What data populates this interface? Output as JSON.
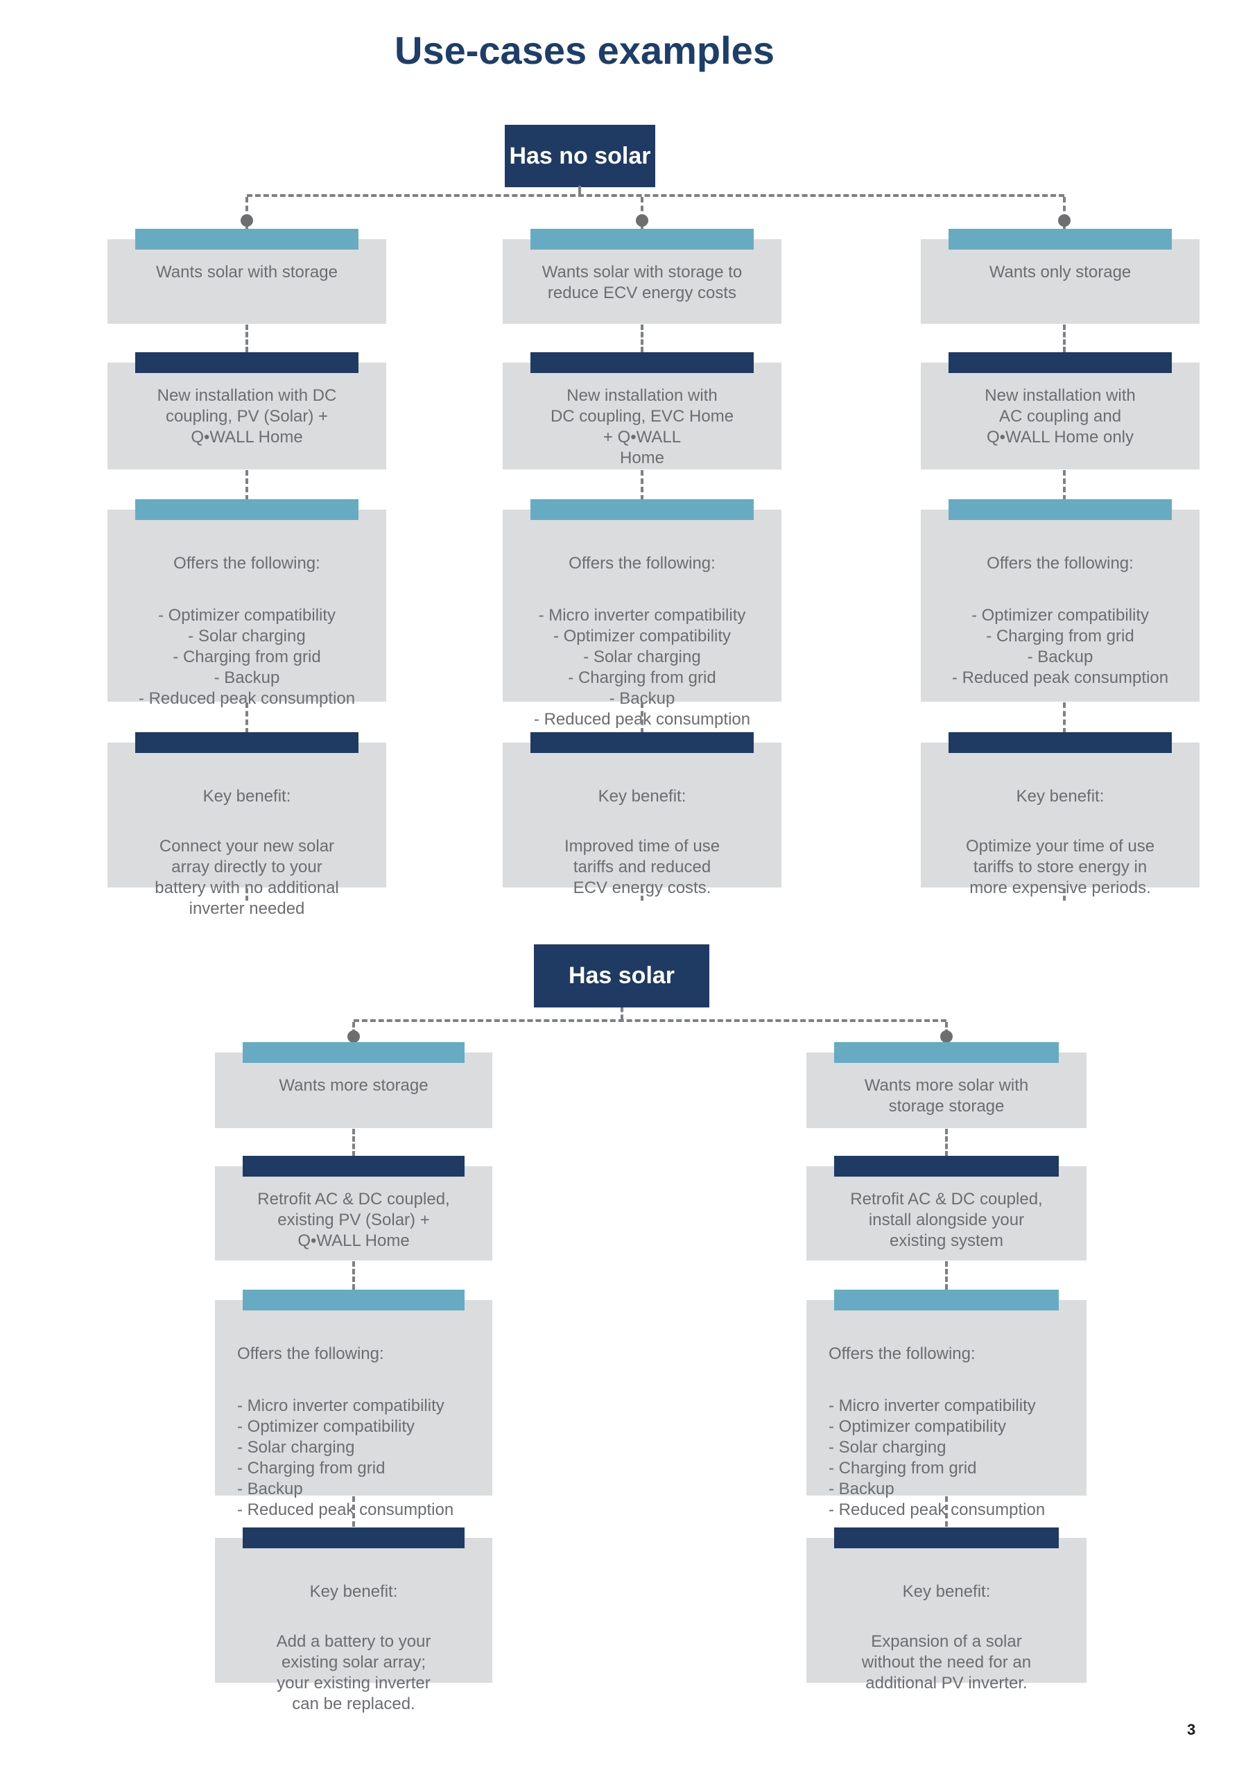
{
  "page": {
    "title": "Use-cases examples",
    "page_number": "3"
  },
  "labels": {
    "offers_heading": "Offers the following:",
    "key_heading": "Key benefit:"
  },
  "colors": {
    "navy": "#1F3A63",
    "title_navy": "#1D3E6B",
    "light_blue": "#67ABC2",
    "box_gray": "#DBDCDE",
    "text_gray": "#6B6D70",
    "line_gray": "#7E8083",
    "dot_gray": "#6D6E70",
    "page_num": "#1A1A1A"
  },
  "sections": {
    "no_solar": {
      "header": "Has no solar",
      "columns": [
        {
          "want": "Wants solar with storage",
          "installation": "New installation with DC\ncoupling, PV (Solar) +\nQ•WALL Home",
          "offers": [
            "- Optimizer compatibility",
            "- Solar charging",
            "- Charging from grid",
            "- Backup",
            "- Reduced peak consumption"
          ],
          "benefit": "Connect your new solar\narray directly to your\nbattery with no additional\ninverter needed"
        },
        {
          "want": "Wants solar with storage to\nreduce ECV energy costs",
          "installation": "New installation with\nDC coupling, EVC Home\n+ Q•WALL\nHome",
          "offers": [
            "- Micro inverter compatibility",
            "- Optimizer compatibility",
            "- Solar charging",
            "- Charging from grid",
            "- Backup",
            "- Reduced peak consumption"
          ],
          "benefit": "Improved time of use\ntariffs and reduced\nECV energy costs."
        },
        {
          "want": "Wants only storage",
          "installation": "New installation with\nAC coupling and\nQ•WALL Home only",
          "offers": [
            "- Optimizer compatibility",
            "- Charging from grid",
            "- Backup",
            "- Reduced peak consumption"
          ],
          "benefit": "Optimize your time of use\ntariffs to store energy in\nmore expensive periods."
        }
      ]
    },
    "solar": {
      "header": "Has solar",
      "columns": [
        {
          "want": "Wants more storage",
          "installation": "Retrofit AC & DC coupled,\nexisting PV (Solar) +\nQ•WALL Home",
          "offers": [
            "- Micro inverter compatibility",
            "- Optimizer compatibility",
            "- Solar charging",
            "- Charging from grid",
            "- Backup",
            "- Reduced peak consumption"
          ],
          "benefit": "Add a battery to your\nexisting solar array;\nyour existing inverter\ncan be replaced."
        },
        {
          "want": "Wants more solar with\nstorage storage",
          "installation": "Retrofit AC & DC coupled,\ninstall alongside your\nexisting system",
          "offers": [
            "- Micro inverter compatibility",
            "- Optimizer compatibility",
            "- Solar charging",
            "- Charging from grid",
            "- Backup",
            "- Reduced peak consumption"
          ],
          "benefit": "Expansion of a solar\nwithout the need for an\nadditional PV inverter."
        }
      ]
    }
  }
}
